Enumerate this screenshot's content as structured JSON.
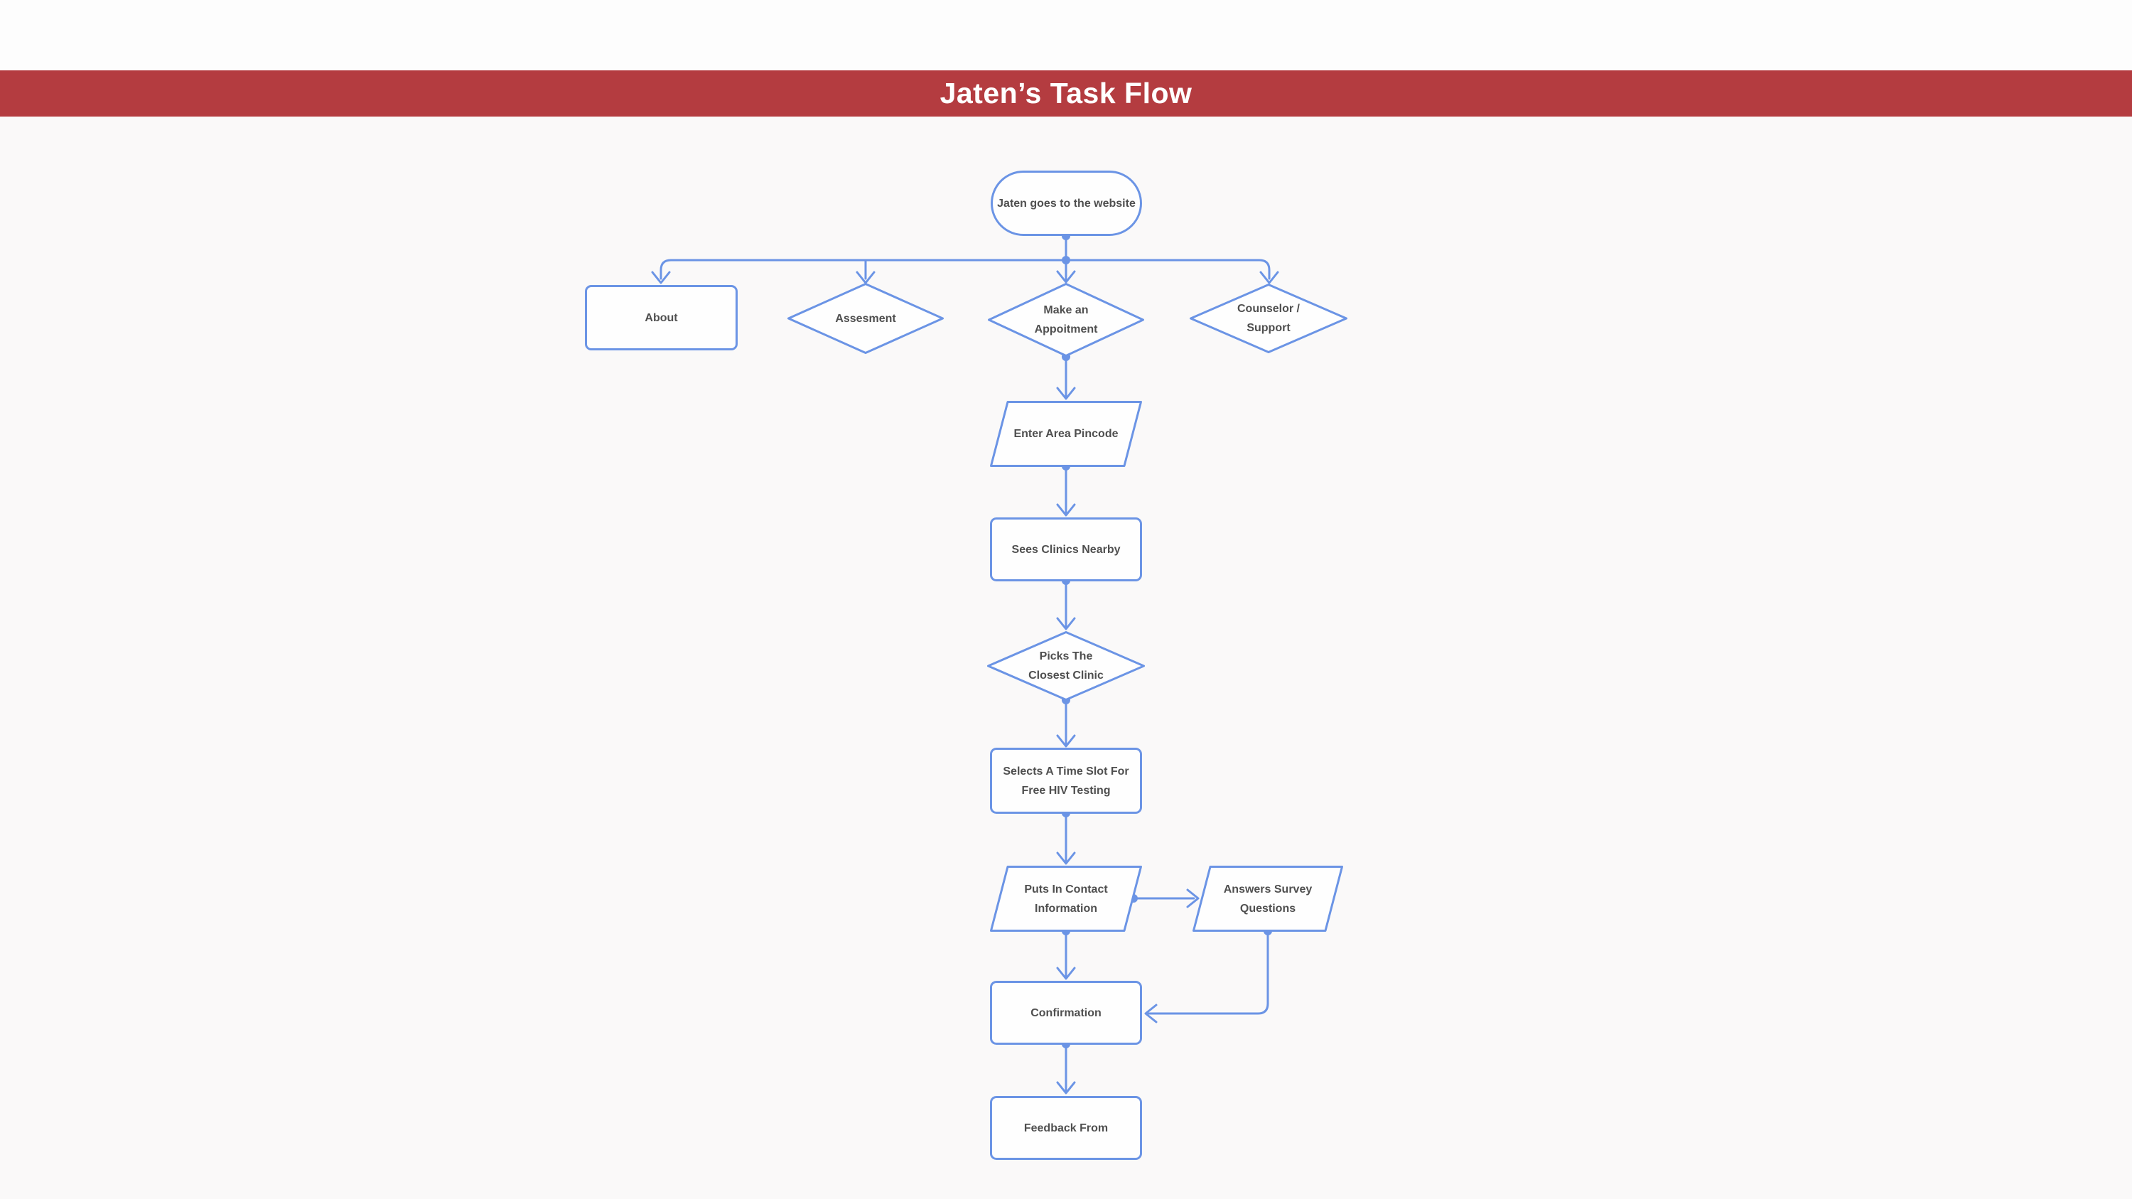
{
  "theme": {
    "accent": "#6b94e5",
    "node_fill": "#fefefe",
    "node_text": "#4f4f4f",
    "banner_bg": "#b43c40",
    "banner_text": "#ffffff",
    "page_bg": "#faf9f9",
    "top_strip_bg": "#fdfdfd"
  },
  "banner": {
    "title": "Jaten’s Task Flow"
  },
  "flowchart": {
    "nodes": [
      {
        "id": "start",
        "type": "terminator",
        "label": "Jaten goes to the website"
      },
      {
        "id": "about",
        "type": "process",
        "label": "About"
      },
      {
        "id": "assesment",
        "type": "decision",
        "label": "Assesment"
      },
      {
        "id": "make-appointment",
        "type": "decision",
        "label": "Make an Appoitment"
      },
      {
        "id": "counselor",
        "type": "decision",
        "label": "Counselor / Support"
      },
      {
        "id": "pincode",
        "type": "input-output",
        "label": "Enter Area Pincode"
      },
      {
        "id": "clinics",
        "type": "process",
        "label": "Sees Clinics Nearby"
      },
      {
        "id": "closest-clinic",
        "type": "decision",
        "label": "Picks The Closest Clinic"
      },
      {
        "id": "timeslot",
        "type": "process",
        "label": "Selects A Time Slot For Free HIV Testing"
      },
      {
        "id": "contact-info",
        "type": "input-output",
        "label": "Puts In Contact Information"
      },
      {
        "id": "survey",
        "type": "input-output",
        "label": "Answers Survey Questions"
      },
      {
        "id": "confirmation",
        "type": "process",
        "label": "Confirmation"
      },
      {
        "id": "feedback",
        "type": "process",
        "label": "Feedback From"
      }
    ],
    "edges": [
      {
        "from": "start",
        "to": "about"
      },
      {
        "from": "start",
        "to": "assesment"
      },
      {
        "from": "start",
        "to": "make-appointment"
      },
      {
        "from": "start",
        "to": "counselor"
      },
      {
        "from": "make-appointment",
        "to": "pincode"
      },
      {
        "from": "pincode",
        "to": "clinics"
      },
      {
        "from": "clinics",
        "to": "closest-clinic"
      },
      {
        "from": "closest-clinic",
        "to": "timeslot"
      },
      {
        "from": "timeslot",
        "to": "contact-info"
      },
      {
        "from": "contact-info",
        "to": "survey"
      },
      {
        "from": "contact-info",
        "to": "confirmation"
      },
      {
        "from": "survey",
        "to": "confirmation"
      },
      {
        "from": "confirmation",
        "to": "feedback"
      }
    ]
  }
}
